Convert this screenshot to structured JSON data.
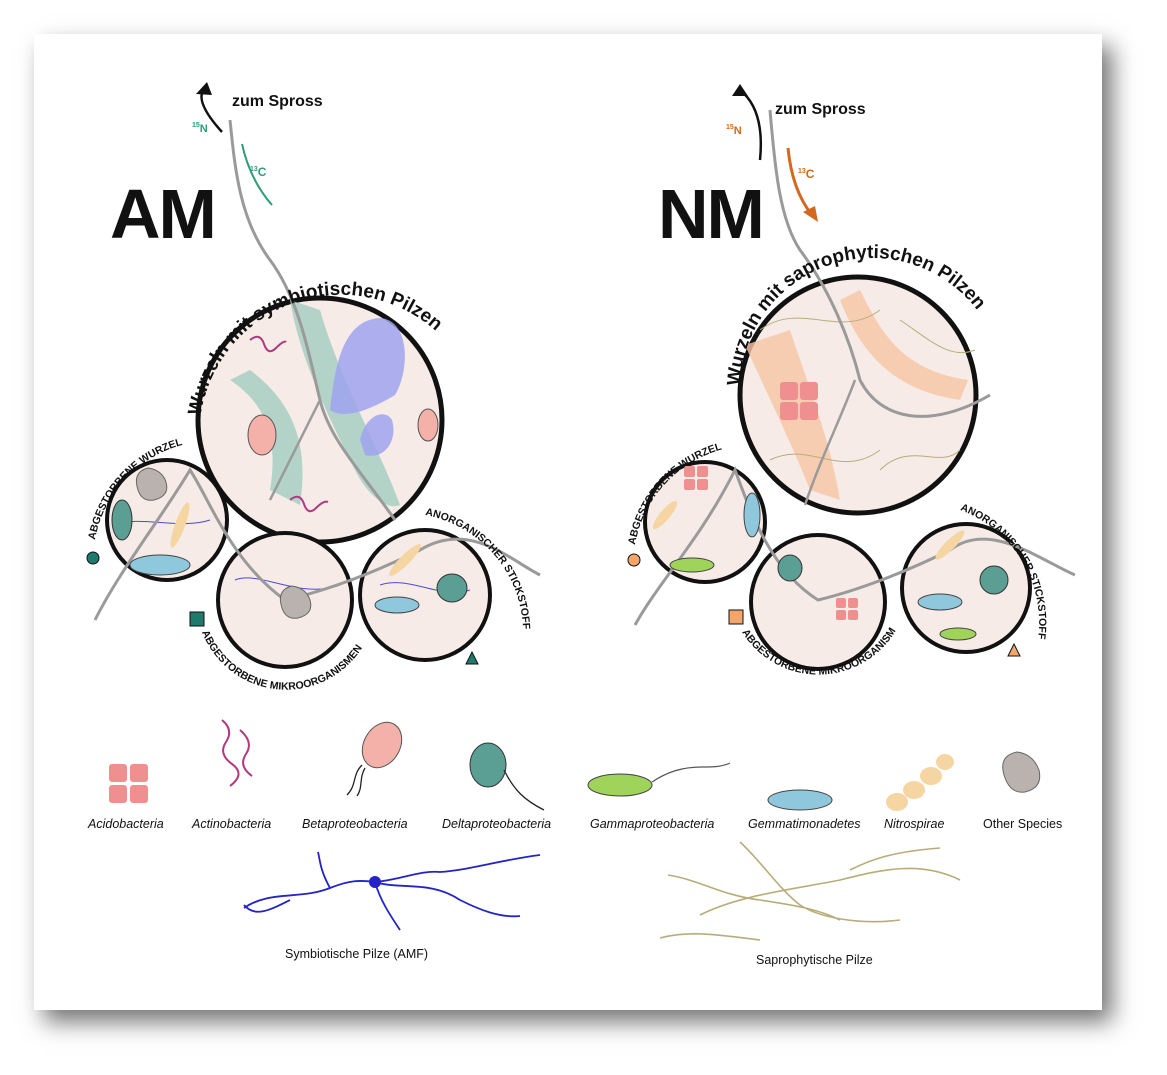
{
  "panels": {
    "am": {
      "tag": "AM",
      "arrow_label": "zum Spross",
      "isotope_n": "15N",
      "isotope_c": "13C",
      "isotope_color": "#2e9c78",
      "big_circle_label": "Wurzeln mit symbiotischen Pilzen",
      "small_labels": [
        "ABGESTORBENE WURZELN",
        "ABGESTORBENE MIKROORGANISMEN",
        "ANORGANISCHER STICKSTOFF"
      ],
      "marker_color": "#1f7a6d"
    },
    "nm": {
      "tag": "NM",
      "arrow_label": "zum Spross",
      "isotope_n": "15N",
      "isotope_c": "13C",
      "isotope_color": "#d2691e",
      "big_circle_label": "Wurzeln mit saprophytischen Pilzen",
      "small_labels": [
        "ABGESTORBENE WURZELN",
        "ABGESTORBENE MIKROORGANISMEN",
        "ANORGANISCHER STICKSTOFF"
      ],
      "marker_color": "#f4a66a"
    }
  },
  "legend": {
    "taxa": [
      "Acidobacteria",
      "Actinobacteria",
      "Betaproteobacteria",
      "Deltaproteobacteria",
      "Gammaproteobacteria",
      "Gemmatimonadetes",
      "Nitrospirae",
      "Other Species"
    ],
    "fungi": [
      "Symbiotische Pilze (AMF)",
      "Saprophytische Pilze"
    ]
  },
  "colors": {
    "symbiotic_fungi": "#2323c8",
    "saprophytic_fungi": "#b8ad7a",
    "circle_fill": "#f7ebe8",
    "root_gray": "#9a9a9a"
  }
}
